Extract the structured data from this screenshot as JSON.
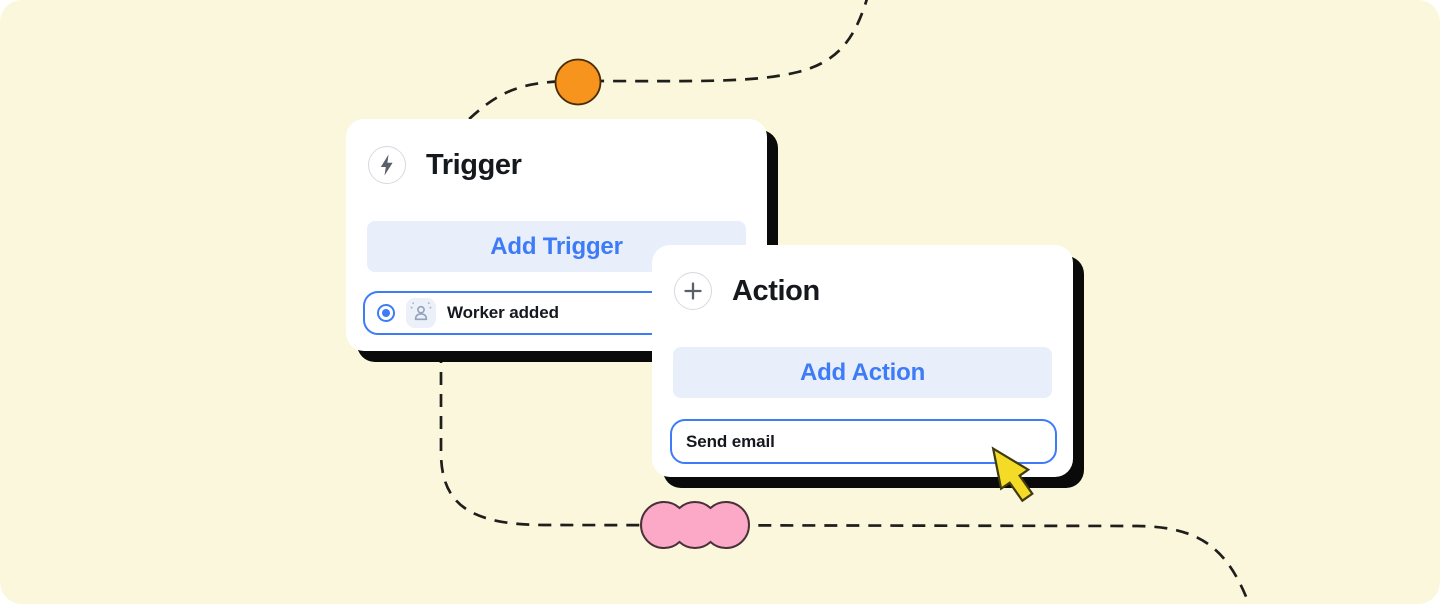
{
  "colors": {
    "page_bg": "#FFFFFF",
    "surface": "#FBF7DC",
    "card_bg": "#FFFFFF",
    "shadow": "#0A0A0A",
    "accent_blue": "#3D7BF7",
    "button_bg": "#E9EEFB",
    "text_dark": "#15181D",
    "icon_gray": "#596069",
    "icon_circle_border": "#D6D9DE",
    "chip_bg": "#EBF0F9",
    "chip_icon": "#93A2BB",
    "line": "#1E1E1C",
    "orange_fill": "#F7941D",
    "orange_stroke": "#4A2E08",
    "pink_fill": "#FBA9C6",
    "pink_stroke": "#4A3038",
    "cursor_fill": "#F4DC26",
    "cursor_stroke": "#403A10"
  },
  "trigger_card": {
    "title": "Trigger",
    "icon": "lightning-bolt",
    "add_button_label": "Add Trigger",
    "option": {
      "label": "Worker added",
      "selected": true,
      "icon": "worker-person"
    }
  },
  "action_card": {
    "title": "Action",
    "icon": "plus",
    "add_button_label": "Add Action",
    "option": {
      "label": "Send email"
    }
  }
}
